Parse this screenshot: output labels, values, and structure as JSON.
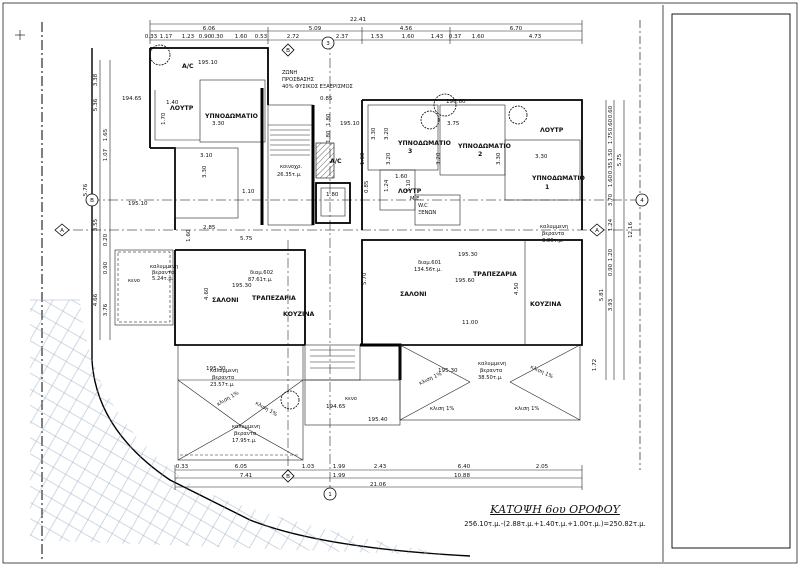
{
  "title": "ΚΑΤΟΨΗ 6ου ΟΡΟΦΟΥ",
  "area_formula": "256.10τ.μ.-(2.88τ.μ.+1.40τ.μ.+1.00τ.μ.)=250.82τ.μ.",
  "grid_markers": [
    "A",
    "B",
    "4",
    "1",
    "3"
  ],
  "rooms": {
    "ac_1": "A/C",
    "ac_2": "A/C",
    "bath_1": "ΛΟΥΤΡ",
    "bath_2": "ΛΟΥΤΡ",
    "bath_3": "ΛΟΥΤΡ",
    "bedroom_1": "ΥΠΝΟΔΩΜΑΤΙΟ",
    "bedroom_2": "ΥΠΝΟΔΩΜΑΤΙΟ",
    "bedroom_3": "ΥΠΝΟΔΩΜΑΤΙΟ",
    "bedroom_4": "ΥΠΝΟΔΩΜΑΤΙΟ",
    "bedroom_no_2": "2",
    "bedroom_no_3": "3",
    "bedroom_no_1": "1",
    "kitchen_1": "ΚΟΥΖΙΝΑ",
    "kitchen_2": "ΚΟΥΖΙΝΑ",
    "living_1": "ΣΑΛΟΝΙ",
    "living_2": "ΣΑΛΟΝΙ",
    "dining_1": "ΤΡΑΠΕΖΑΡΙΑ",
    "dining_2": "ΤΡΑΠΕΖΑΡΙΑ",
    "void_1": "κενο",
    "void_2": "κενο",
    "corridor": "κοινοχρ.",
    "corridor_area": "26.35τ.μ.",
    "wc": "W.C",
    "wc2": "ΞΕΝΩΝ",
    "zone_1": "ΖΩΝΗ",
    "zone_2": "ΠΡΟΣΒΑΣΗΣ",
    "light_note": "40% ΦΥΣΙΚΟΣ ΕΞΑΕΡΙΣΜΟΣ",
    "apt_1": "διαμ.602",
    "apt_1_area": "87.61τ.μ.",
    "apt_2": "διαμ.601",
    "apt_2_area": "134.56τ.μ.",
    "veranda_1_a": "καλυμμενη",
    "veranda_1_b": "βεραντα",
    "veranda_1_area": "23.57τ.μ.",
    "veranda_2_a": "καλυμμενη",
    "veranda_2_b": "βεραντα",
    "veranda_2_area": "17.95τ.μ.",
    "veranda_3_a": "καλυμμενη",
    "veranda_3_b": "βεραντα",
    "veranda_3_area": "38.50τ.μ.",
    "veranda_4_a": "καλυμμενη",
    "veranda_4_b": "βεραντα",
    "veranda_4_area": "5.24τ.μ.",
    "veranda_5_a": "καλυμμενη",
    "veranda_5_b": "βεραντα",
    "veranda_5_area": "3.86τ.μ.",
    "slope_1": "κλιση 1%",
    "slope_2": "κλιση 1%",
    "slope_3": "κλιση 1%",
    "slope_4": "κλιση 1%",
    "slope_5": "κλιση 1%",
    "slope_6": "κλιση 1%",
    "me": "Μ.Ε."
  },
  "levels": [
    "194.65",
    "195.10",
    "195.10",
    "196.60",
    "195.10",
    "195.30",
    "195.30",
    "195.30",
    "195.30",
    "195.60",
    "195.40",
    "194.65"
  ],
  "dims_top_total": "22.41",
  "dims_top_1": [
    "6.06",
    "5.09",
    "4.56",
    "6.70"
  ],
  "dims_top_2": [
    "0.33",
    "1.17",
    "1.23",
    "0.90",
    "0.30",
    "1.60",
    "0.53",
    "2.72",
    "2.37",
    "1.53",
    "1.60",
    "1.43",
    "0.37",
    "1.60",
    "4.73"
  ],
  "dims_bottom_1": [
    "0.33",
    "6.05",
    "1.03",
    "1.99",
    "2.43",
    "6.40",
    "2.05"
  ],
  "dims_bottom_2": [
    "7.41",
    "1.99",
    "10.88"
  ],
  "dims_bottom_total": "21.06",
  "dims_left": [
    "3.38",
    "5.36",
    "3.55",
    "1.65",
    "1.07",
    "5.76",
    "0.20",
    "0.90",
    "4.66",
    "3.76"
  ],
  "dims_right": [
    "0.60",
    "0.60",
    "1.75",
    "1.50",
    "0.35",
    "1.60",
    "3.70",
    "1.24",
    "1.20",
    "0.90",
    "3.93",
    "5.81",
    "12.16",
    "5.75",
    "1.72"
  ],
  "dims_inner": [
    "3.30",
    "3.10",
    "3.30",
    "1.40",
    "1.70",
    "3.75",
    "1.10",
    "2.85",
    "5.75",
    "4.60",
    "3.30",
    "3.20",
    "3.30",
    "3.30",
    "1.60",
    "1.10",
    "0.85",
    "1.80",
    "1.80",
    "1.24",
    "1.60",
    "5.70",
    "4.50",
    "11.00",
    "1.60",
    "1.80",
    "3.20",
    "0.85",
    "3.20"
  ]
}
